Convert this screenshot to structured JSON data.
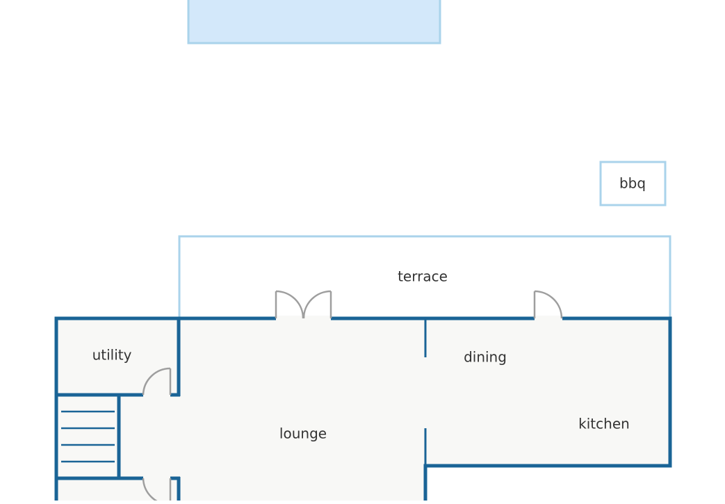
{
  "colors": {
    "wall": "#1a6496",
    "interior_fill": "#f8f8f6",
    "outdoor_outline": "#aad3eb",
    "pool_fill": "#d3e8fa",
    "door": "#9e9e9e",
    "label": "#333333"
  },
  "rooms": {
    "utility": "utility",
    "dining": "dining",
    "kitchen": "kitchen",
    "lounge": "lounge",
    "lower_room": ""
  },
  "outdoor": {
    "terrace": "terrace",
    "bbq": "bbq",
    "pool": ""
  }
}
